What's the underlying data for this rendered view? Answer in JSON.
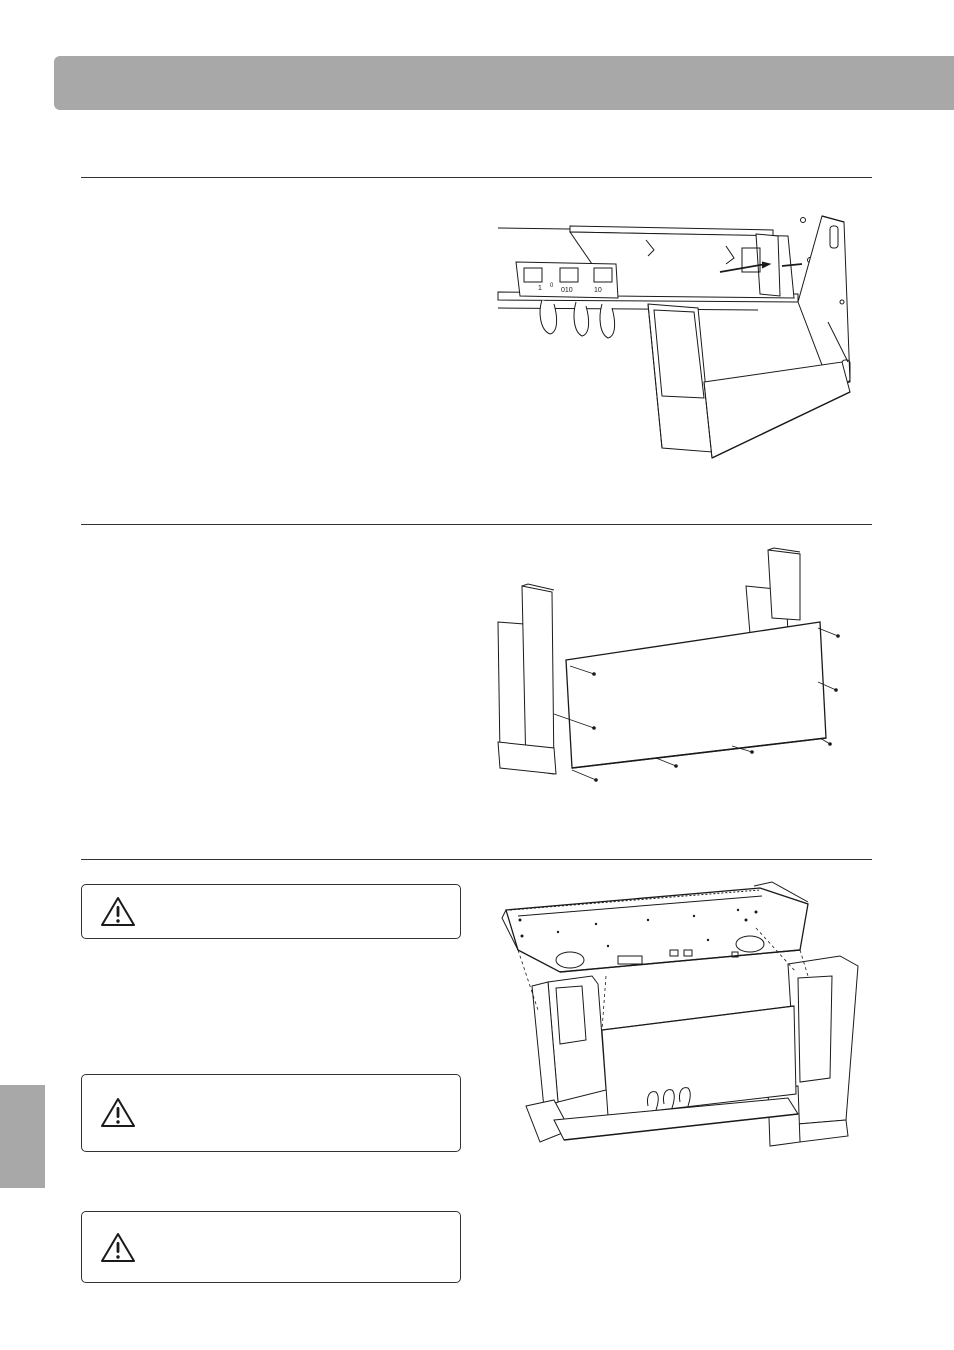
{
  "colors": {
    "header_bar": "#a8a8a8",
    "side_tab": "#a8a8a8",
    "rule": "#333333",
    "line_art": "#1a1a1a"
  },
  "figure_1": {
    "pedal_labels": [
      "1",
      "0",
      "010",
      "10"
    ]
  },
  "icons": {
    "warning": "warning-triangle-icon"
  }
}
